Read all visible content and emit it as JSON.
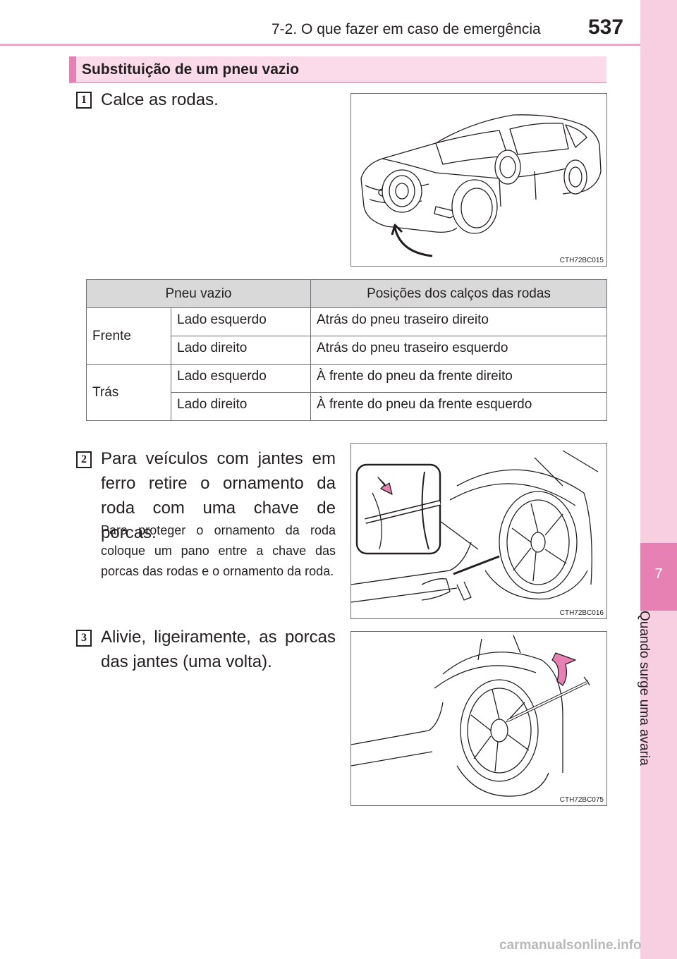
{
  "header": {
    "section": "7-2. O que fazer em caso de emergência",
    "page_number": "537"
  },
  "side_tab": {
    "chapter": "7",
    "label": "Quando surge uma avaria"
  },
  "section_heading": "Substituição de um pneu vazio",
  "steps": [
    {
      "number": "1",
      "text": "Calce as rodas.",
      "figure_code": "CTH72BC015"
    },
    {
      "number": "2",
      "text": "Para veículos com jantes em ferro retire o ornamento da roda com uma chave de porcas.",
      "note": "Para proteger o ornamento da roda coloque um pano entre a chave das porcas das rodas e o ornamento da roda.",
      "figure_code": "CTH72BC016"
    },
    {
      "number": "3",
      "text": "Alivie, ligeiramente, as porcas das jantes (uma volta).",
      "figure_code": "CTH72BC075"
    }
  ],
  "table": {
    "headers": [
      "Pneu vazio",
      "Posições dos calços das rodas"
    ],
    "rows": [
      {
        "group": "Frente",
        "side": "Lado esquerdo",
        "position": "Atrás do pneu traseiro direito"
      },
      {
        "group": "Frente",
        "side": "Lado direito",
        "position": "Atrás do pneu traseiro esquerdo"
      },
      {
        "group": "Trás",
        "side": "Lado esquerdo",
        "position": "À frente do pneu da frente direito"
      },
      {
        "group": "Trás",
        "side": "Lado direito",
        "position": "À frente do pneu da frente esquerdo"
      }
    ]
  },
  "watermark": "carmanualsonline.info",
  "colors": {
    "accent_pink": "#e781b3",
    "light_pink": "#fbdbe9",
    "tab_pink": "#f7cfe0",
    "table_header_gray": "#d9d9da"
  }
}
